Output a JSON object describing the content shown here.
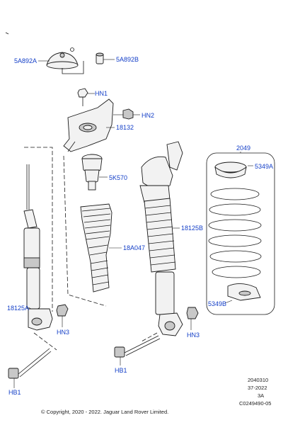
{
  "labels": {
    "top_mount": "5A892A",
    "top_cap": "5A892B",
    "nut_top": "HN1",
    "nut_side": "HN2",
    "bracket": "18132",
    "bump_stop": "5K570",
    "boot": "18A047",
    "shock_left": "18125A",
    "shock_right": "18125B",
    "nut_left": "HN3",
    "nut_right": "HN3",
    "bolt_center": "HB1",
    "bolt_left": "HB1",
    "spring": "2049",
    "seat_upper": "5349A",
    "seat_lower": "5349B"
  },
  "meta": {
    "code1": "2040310",
    "code2": "37-2022",
    "code3": "3A",
    "code4": "C0249490-05",
    "copyright": "© Copyright, 2020 - 2022. Jaguar Land Rover Limited."
  }
}
